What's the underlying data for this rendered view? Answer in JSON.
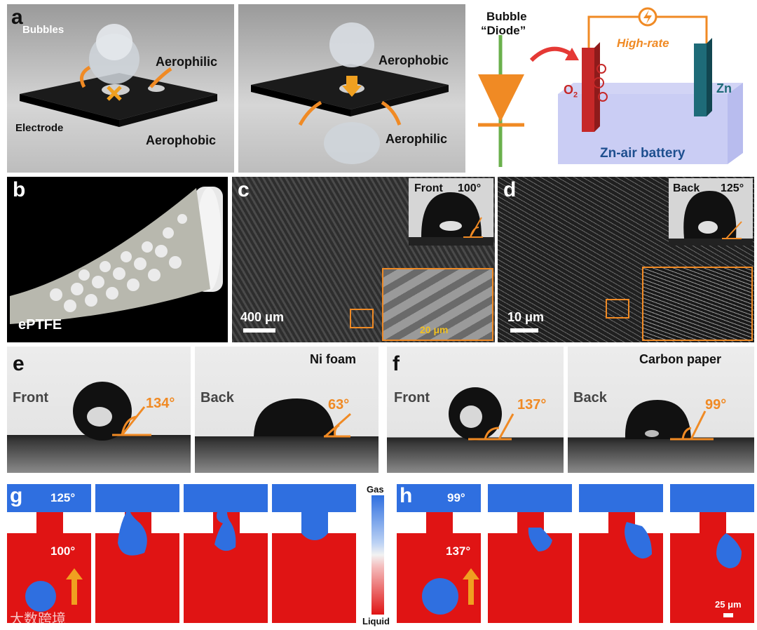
{
  "a": {
    "letter": "a",
    "p1": {
      "bubbles": "Bubbles",
      "top": "Aerophilic",
      "electrode": "Electrode",
      "bottom": "Aerophobic"
    },
    "p2": {
      "top": "Aerophobic",
      "bottom": "Aerophilic"
    },
    "p3": {
      "diode1": "Bubble",
      "diode2": "“Diode”",
      "rate": "High-rate",
      "o2": "O",
      "o2sub": "2",
      "zn": "Zn",
      "battery": "Zn-air battery"
    }
  },
  "b": {
    "letter": "b",
    "label": "ePTFE"
  },
  "c": {
    "letter": "c",
    "front": "Front",
    "angle": "100°",
    "scale": "400 μm",
    "inset_scale": "20 μm"
  },
  "d": {
    "letter": "d",
    "back": "Back",
    "angle": "125°",
    "scale": "10 μm"
  },
  "e": {
    "letter": "e",
    "front": "Front",
    "front_angle": "134°",
    "back": "Back",
    "back_angle": "63°",
    "material": "Ni foam"
  },
  "f": {
    "letter": "f",
    "front": "Front",
    "front_angle": "137°",
    "back": "Back",
    "back_angle": "99°",
    "material": "Carbon paper"
  },
  "g": {
    "letter": "g",
    "top_angle": "125°",
    "bottom_angle": "100°"
  },
  "h": {
    "letter": "h",
    "top_angle": "99°",
    "bottom_angle": "137°",
    "scale": "25 μm"
  },
  "colorbar": {
    "top": "Gas",
    "bottom": "Liquid"
  },
  "watermark": "大数跨境",
  "colors": {
    "gas": "#2f6fe0",
    "liquid": "#e01414",
    "orange": "#f08a24",
    "dark_panel": "#2a2a2a"
  }
}
